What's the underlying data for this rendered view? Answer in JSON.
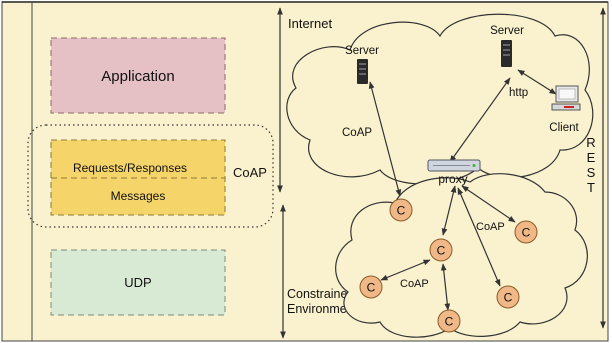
{
  "stack": {
    "application": "Application",
    "requests_responses": "Requests/Responses",
    "messages": "Messages",
    "coap_group": "CoAP",
    "udp": "UDP"
  },
  "regions": {
    "internet": "Internet",
    "constrained_line1": "Constrained",
    "constrained_line2": "Environment",
    "rest": [
      "R",
      "E",
      "S",
      "T"
    ]
  },
  "nodes": {
    "server_left": "Server",
    "server_right": "Server",
    "client": "Client",
    "proxy": "proxy",
    "constrained_node": "C"
  },
  "links": {
    "coap_internet": "CoAP",
    "http": "http",
    "coap_proxy": "CoAP",
    "coap_nodes": "CoAP"
  },
  "colors": {
    "background": "#faf2cf",
    "application": "#e5c1c6",
    "coap_band": "#f5d46a",
    "udp": "#d8e9d4",
    "node_fill": "#f0b886",
    "node_stroke": "#8a5a2a"
  }
}
